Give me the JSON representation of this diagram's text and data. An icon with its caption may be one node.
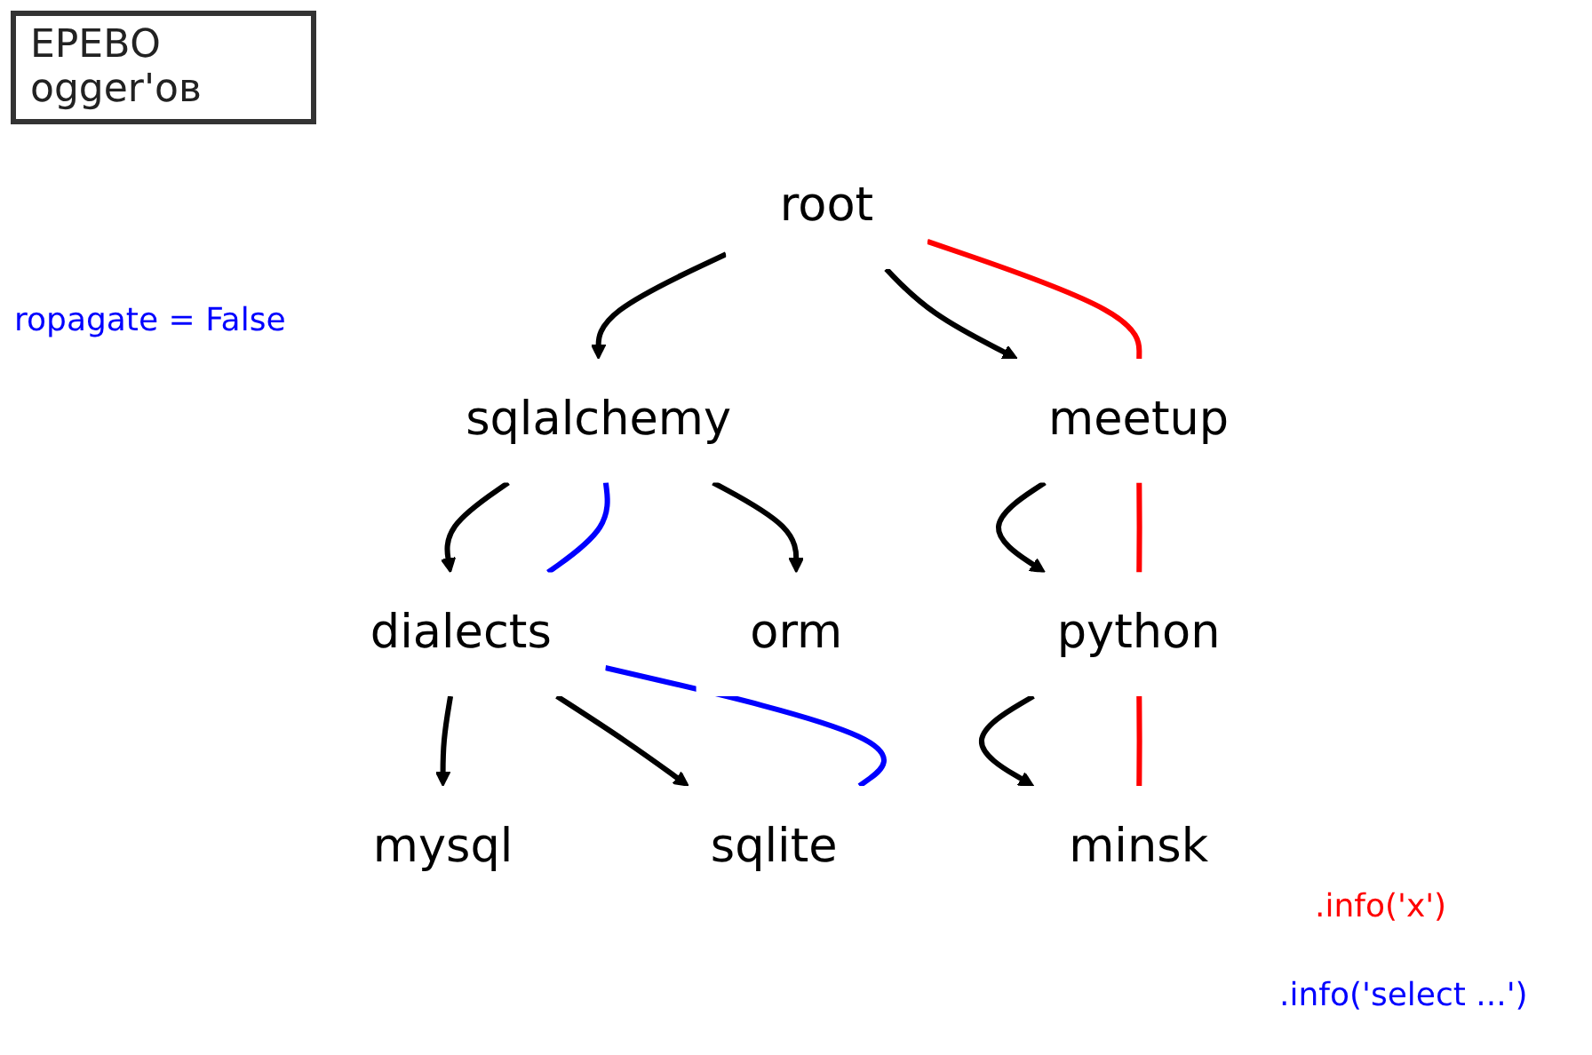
{
  "diagram": {
    "title": "ЕРЕВО ogger'ов",
    "nodes": [
      {
        "text": [
          "root"
        ]
      },
      {
        "text": [
          "meetup"
        ]
      },
      {
        "text": [
          "python"
        ]
      },
      {
        "text": [
          "minsk"
        ]
      },
      {
        "text": [
          "sqlalchemy"
        ]
      },
      {
        "text": [
          "orm"
        ]
      },
      {
        "text": [
          "dialects"
        ]
      },
      {
        "text": [
          "mysql"
        ]
      },
      {
        "text": [
          "sqlite"
        ]
      }
    ],
    "edges": [
      {
        "from": 0,
        "to": 4,
        "arrow": "to"
      },
      {
        "from": 0,
        "to": 1,
        "arrow": "to"
      },
      {
        "from": 1,
        "to": 2,
        "arrow": "to"
      },
      {
        "from": 2,
        "to": 3,
        "arrow": "to"
      },
      {
        "from": 4,
        "to": 5,
        "arrow": "to"
      },
      {
        "from": 4,
        "to": 6,
        "arrow": "to"
      },
      {
        "from": 6,
        "to": 7,
        "arrow": "to"
      },
      {
        "from": 6,
        "to": 8,
        "arrow": "to"
      },
      {
        "from": 3,
        "to": 2,
        "arrow": "none",
        "color": "#ff0000"
      },
      {
        "from": 2,
        "to": 1,
        "arrow": "none",
        "color": "#ff0000"
      },
      {
        "from": 1,
        "to": 0,
        "arrow": "none",
        "color": "#ff0000"
      },
      {
        "from": 8,
        "to": 6,
        "arrow": "none",
        "color": "#0000ff"
      },
      {
        "from": 6,
        "to": 4,
        "arrow": "none",
        "color": "#0000ff"
      }
    ],
    "labels": [
      "ropagate = False",
      ".info('x')",
      ".info('select ...')"
    ]
  }
}
